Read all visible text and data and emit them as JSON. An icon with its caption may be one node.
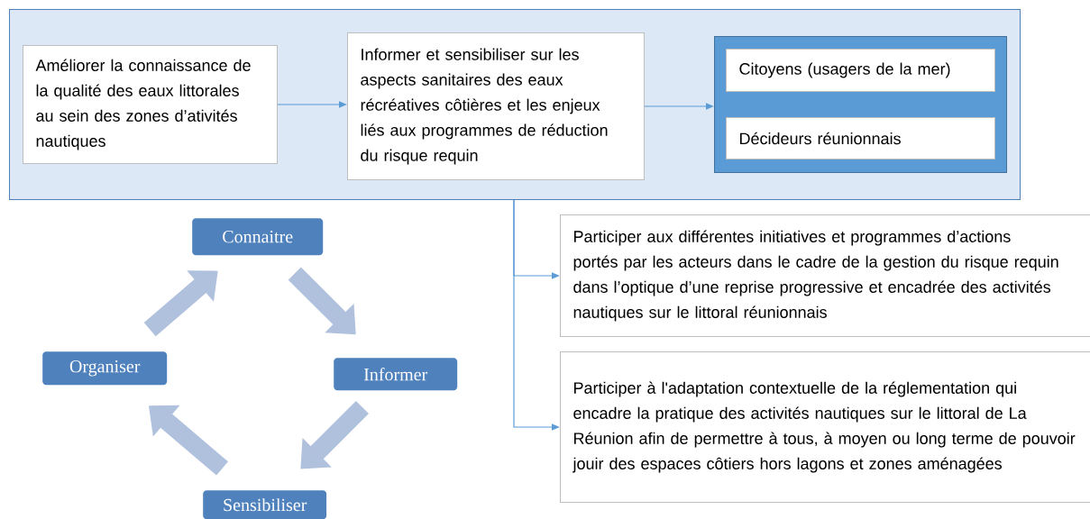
{
  "diagram": {
    "nodes": [
      {
        "text": [],
        "shape": "box"
      },
      {
        "text": [
          "Améliorer la connaissance de la qualité des eaux littorales au sein des zones d’ativités nautiques"
        ],
        "in": 0
      },
      {
        "text": [
          "Informer et sensibiliser sur les aspects sanitaires des eaux récréatives côtières et les enjeux liés aux programmes de réduction du risque requin"
        ],
        "in": 0
      },
      {
        "text": [],
        "shape": "box",
        "in": 0
      },
      {
        "text": [
          "Citoyens (usagers de la mer)"
        ],
        "in": 3
      },
      {
        "text": [
          "Décideurs réunionnais"
        ],
        "in": 3
      },
      {
        "text": [
          "Participer aux différentes initiatives et programmes d’actions portés par les acteurs dans le cadre de la gestion du risque requin dans l’optique d’une reprise progressive et encadrée des activités nautiques sur le littoral réunionnais"
        ]
      },
      {
        "text": [
          "Participer à l'adaptation contextuelle de la réglementation qui encadre la pratique des activités nautiques sur le littoral de La Réunion afin de permettre à tous, à moyen ou long terme de pouvoir jouir des espaces côtiers hors lagons et zones aménagées"
        ]
      },
      {
        "text": [
          "Connaitre"
        ]
      },
      {
        "text": [
          "Informer"
        ]
      },
      {
        "text": [
          "Sensibiliser"
        ]
      },
      {
        "text": [
          "Organiser"
        ]
      }
    ],
    "edges": [
      {
        "from": 1,
        "to": 2,
        "arrow": "to"
      },
      {
        "from": 2,
        "to": 3,
        "arrow": "to"
      },
      {
        "from": 0,
        "to": 6,
        "arrow": "to"
      },
      {
        "from": 0,
        "to": 7,
        "arrow": "to"
      },
      {
        "from": 8,
        "to": 9,
        "arrow": "to",
        "style": "thick",
        "color": "#b0c1dd"
      },
      {
        "from": 9,
        "to": 10,
        "arrow": "to",
        "style": "thick",
        "color": "#b0c1dd"
      },
      {
        "from": 10,
        "to": 11,
        "arrow": "to",
        "style": "thick",
        "color": "#b0c1dd"
      },
      {
        "from": 11,
        "to": 8,
        "arrow": "to",
        "style": "thick",
        "color": "#b0c1dd"
      }
    ]
  }
}
